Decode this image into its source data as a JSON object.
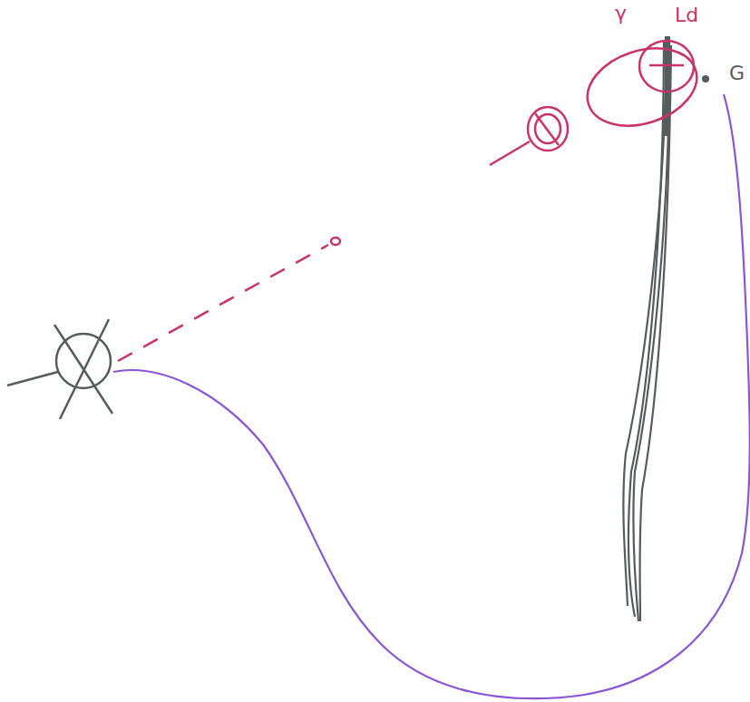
{
  "diagram": {
    "labels": [
      "γ",
      "Ld",
      "G"
    ]
  }
}
